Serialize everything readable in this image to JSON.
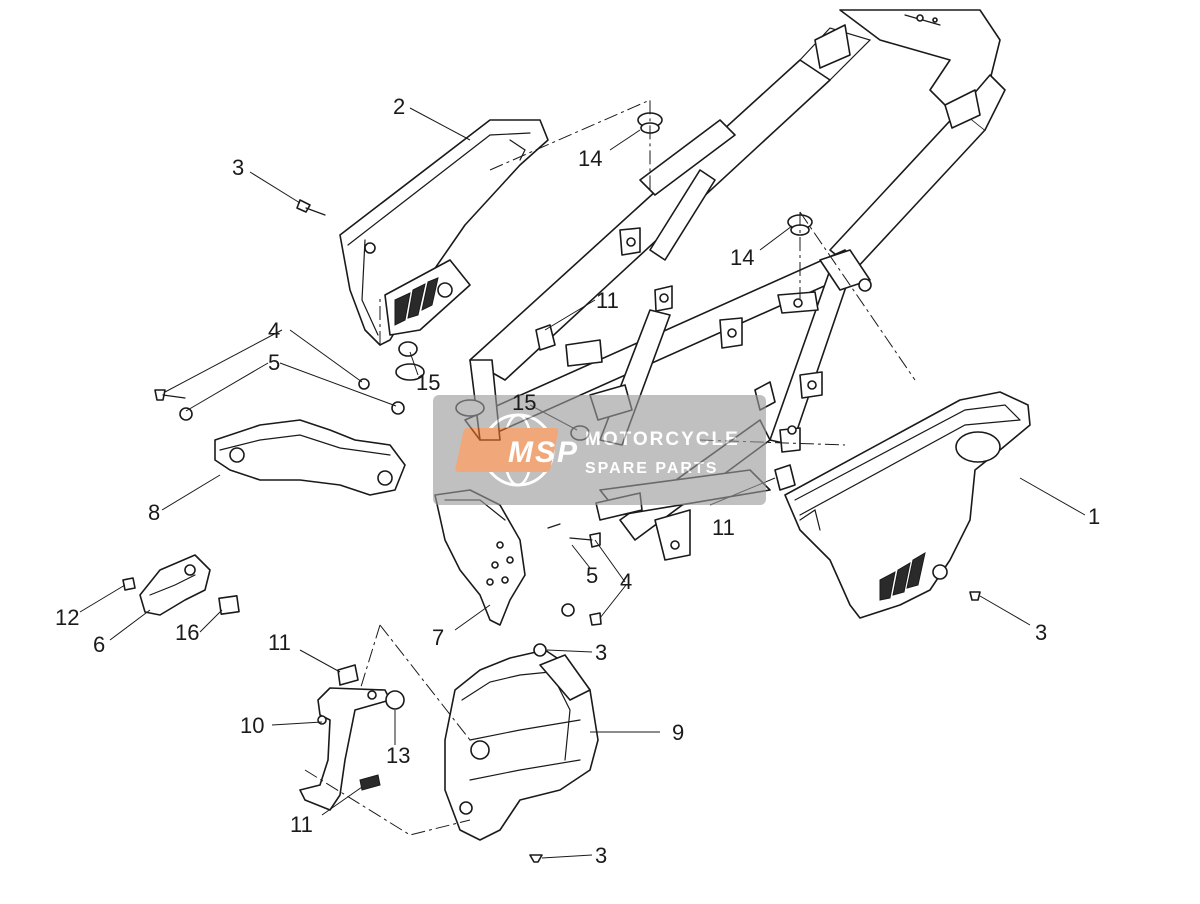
{
  "diagram": {
    "callouts": [
      {
        "id": "c1",
        "label": "1"
      },
      {
        "id": "c2",
        "label": "2"
      },
      {
        "id": "c3a",
        "label": "3"
      },
      {
        "id": "c3b",
        "label": "3"
      },
      {
        "id": "c3c",
        "label": "3"
      },
      {
        "id": "c3d",
        "label": "3"
      },
      {
        "id": "c4a",
        "label": "4"
      },
      {
        "id": "c4b",
        "label": "4"
      },
      {
        "id": "c5a",
        "label": "5"
      },
      {
        "id": "c5b",
        "label": "5"
      },
      {
        "id": "c6",
        "label": "6"
      },
      {
        "id": "c7",
        "label": "7"
      },
      {
        "id": "c8",
        "label": "8"
      },
      {
        "id": "c9",
        "label": "9"
      },
      {
        "id": "c10",
        "label": "10"
      },
      {
        "id": "c11a",
        "label": "11"
      },
      {
        "id": "c11b",
        "label": "11"
      },
      {
        "id": "c11c",
        "label": "11"
      },
      {
        "id": "c11d",
        "label": "11"
      },
      {
        "id": "c12",
        "label": "12"
      },
      {
        "id": "c13",
        "label": "13"
      },
      {
        "id": "c14a",
        "label": "14"
      },
      {
        "id": "c14b",
        "label": "14"
      },
      {
        "id": "c15a",
        "label": "15"
      },
      {
        "id": "c15b",
        "label": "15"
      },
      {
        "id": "c16",
        "label": "16"
      }
    ]
  },
  "watermark": {
    "logo_text": "MSP",
    "line1": "MOTORCYCLE",
    "line2": "SPARE PARTS",
    "accent_color": "#e8742a",
    "box_color": "#9a9a9a"
  },
  "colors": {
    "line": "#1a1a1a",
    "background": "#ffffff"
  }
}
